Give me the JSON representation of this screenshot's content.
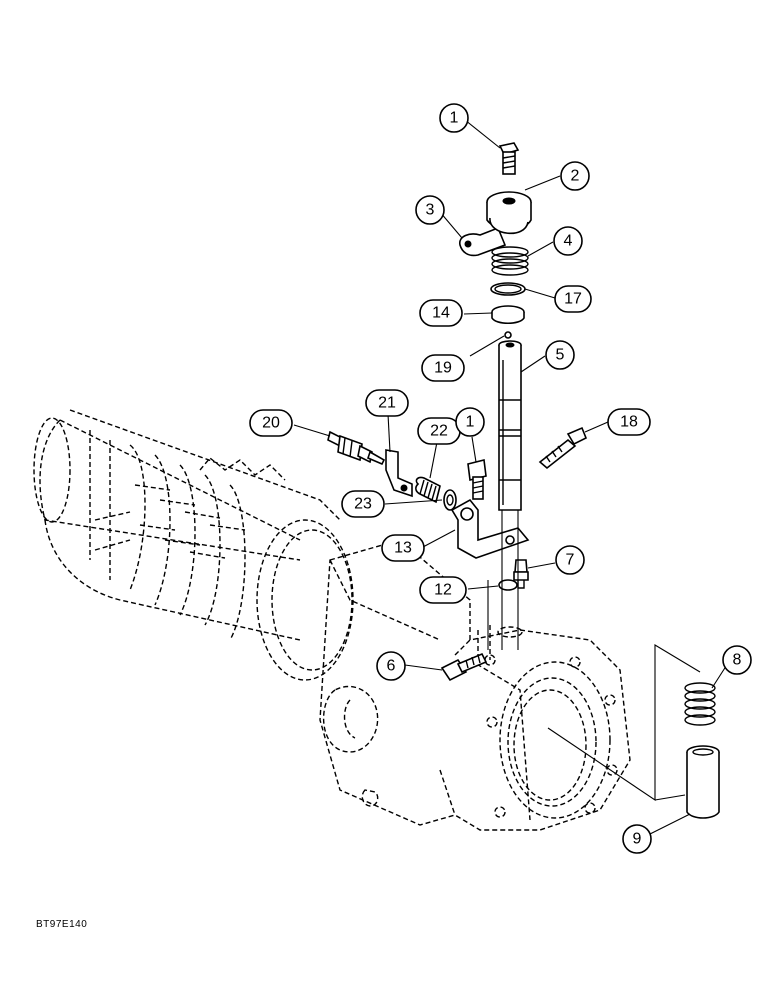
{
  "diagram": {
    "figure_id": "BT97E140",
    "callouts": [
      {
        "key": "c1a",
        "label": "1"
      },
      {
        "key": "c2",
        "label": "2"
      },
      {
        "key": "c3",
        "label": "3"
      },
      {
        "key": "c4",
        "label": "4"
      },
      {
        "key": "c17",
        "label": "17"
      },
      {
        "key": "c14",
        "label": "14"
      },
      {
        "key": "c19",
        "label": "19"
      },
      {
        "key": "c5",
        "label": "5"
      },
      {
        "key": "c18",
        "label": "18"
      },
      {
        "key": "c20",
        "label": "20"
      },
      {
        "key": "c21",
        "label": "21"
      },
      {
        "key": "c22",
        "label": "22"
      },
      {
        "key": "c1b",
        "label": "1"
      },
      {
        "key": "c23",
        "label": "23"
      },
      {
        "key": "c13",
        "label": "13"
      },
      {
        "key": "c7",
        "label": "7"
      },
      {
        "key": "c12",
        "label": "12"
      },
      {
        "key": "c6",
        "label": "6"
      },
      {
        "key": "c8",
        "label": "8"
      },
      {
        "key": "c9",
        "label": "9"
      }
    ]
  }
}
